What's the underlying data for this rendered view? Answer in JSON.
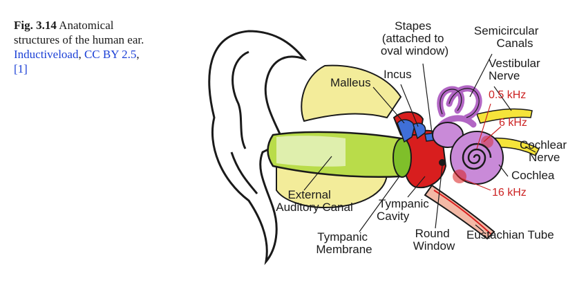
{
  "caption": {
    "fig_number": "Fig. 3.14",
    "text_line1": "Anatomical",
    "text_line2": "structures of the human ear.",
    "credit_author": "Inductiveload",
    "credit_sep": ", ",
    "credit_license": "CC BY 2.5",
    "credit_end": ",",
    "ref": "[1]"
  },
  "labels": {
    "stapes": [
      "Stapes",
      "(attached to",
      "oval window)"
    ],
    "semicircular_canals": [
      "Semicircular",
      "Canals"
    ],
    "vestibular_nerve": [
      "Vestibular",
      "Nerve"
    ],
    "malleus": "Malleus",
    "incus": "Incus",
    "cochlear_nerve": [
      "Cochlear",
      "Nerve"
    ],
    "cochlea": "Cochlea",
    "external_auditory_canal": [
      "External",
      "Auditory Canal"
    ],
    "tympanic_cavity": [
      "Tympanic",
      "Cavity"
    ],
    "tympanic_membrane": [
      "Tympanic",
      "Membrane"
    ],
    "round_window": [
      "Round",
      "Window"
    ],
    "eustachian_tube": "Eustachian Tube"
  },
  "frequencies": {
    "f_05": "0.5 kHz",
    "f_6": "6 kHz",
    "f_16": "16 kHz"
  },
  "colors": {
    "canal_green": "#b9dc4a",
    "eardrum_green": "#7fbf2a",
    "bone_yellow": "#f3ec9a",
    "cavity_red": "#d81e1e",
    "ossicle_blue": "#3f6fd8",
    "cochlea_purple": "#c98ad8",
    "nerve_yellow": "#f5e43a",
    "tube_pink": "#f3b9a6",
    "freq_red": "#cc2222"
  }
}
